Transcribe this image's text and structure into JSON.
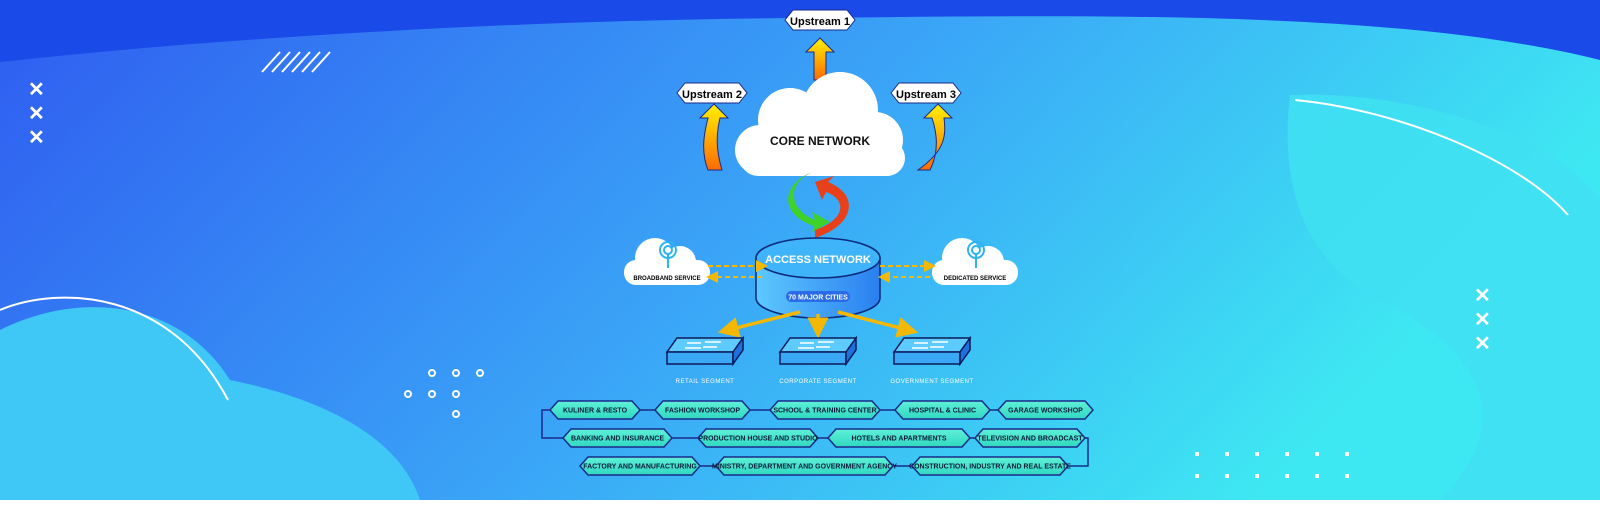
{
  "colors": {
    "background_left": "#2f63ef",
    "background_right": "#3ce6f2",
    "top_wave": "#1448e8",
    "segment_fill": "#3fe6c8",
    "segment_border": "#1a2a8a",
    "arrow_yellow": "#f5b800"
  },
  "upstreams": [
    "Upstream 1",
    "Upstream 2",
    "Upstream 3"
  ],
  "core": {
    "label": "CORE NETWORK",
    "icon": "cloud-icon"
  },
  "access": {
    "label": "ACCESS NETWORK",
    "badge": "70 MAJOR CITIES",
    "icon": "cylinder-icon"
  },
  "services": {
    "broadband": "BROADBAND SERVICE",
    "dedicated": "DEDICATED SERVICE",
    "icon": "antenna-cloud-icon"
  },
  "segments": [
    "RETAIL SEGMENT",
    "CORPORATE SEGMENT",
    "GOVERNMENT SEGMENT"
  ],
  "industries": {
    "row1": [
      "KULINER & RESTO",
      "FASHION WORKSHOP",
      "SCHOOL & TRAINING CENTER",
      "HOSPITAL & CLINIC",
      "GARAGE WORKSHOP"
    ],
    "row2": [
      "BANKING AND INSURANCE",
      "PRODUCTION HOUSE AND STUDIO",
      "HOTELS AND APARTMENTS",
      "TELEVISION AND BROADCAST"
    ],
    "row3": [
      "FACTORY AND MANUFACTURING",
      "MINISTRY, DEPARTMENT AND GOVERNMENT AGENCY",
      "CONSTRUCTION, INDUSTRY AND REAL ESTATE"
    ]
  }
}
